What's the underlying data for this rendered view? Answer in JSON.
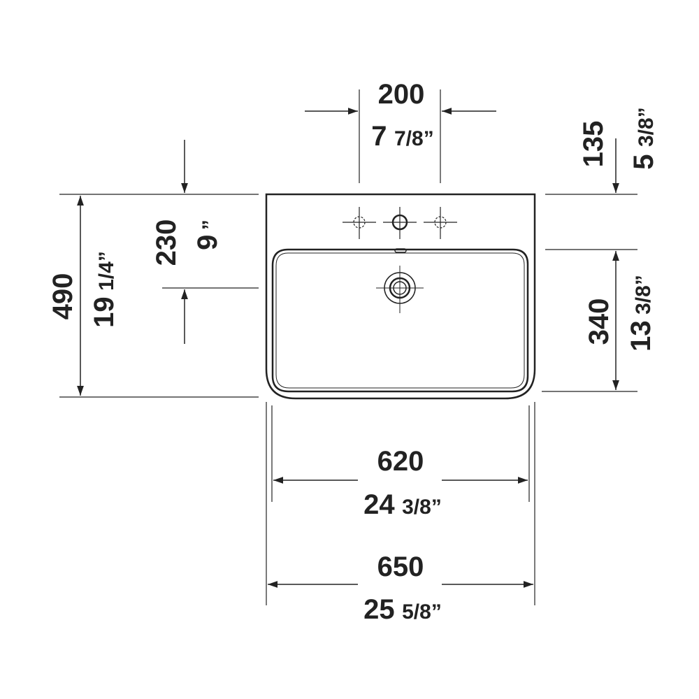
{
  "colors": {
    "line": "#222222",
    "background": "#ffffff"
  },
  "dimensions": {
    "tap_spacing": {
      "mm": "200",
      "in_whole": "7",
      "in_frac": "7/8”"
    },
    "overflow_top": {
      "mm": "135",
      "in_whole": "5",
      "in_frac": "3/8”"
    },
    "tap_to_drain": {
      "mm": "230",
      "in_whole": "9",
      "in_frac": "”"
    },
    "overall_depth": {
      "mm": "490",
      "in_whole": "19",
      "in_frac": "1/4”"
    },
    "bowl_depth": {
      "mm": "340",
      "in_whole": "13",
      "in_frac": "3/8”"
    },
    "bowl_width": {
      "mm": "620",
      "in_whole": "24",
      "in_frac": "3/8”"
    },
    "overall_width": {
      "mm": "650",
      "in_whole": "25",
      "in_frac": "5/8”"
    }
  }
}
